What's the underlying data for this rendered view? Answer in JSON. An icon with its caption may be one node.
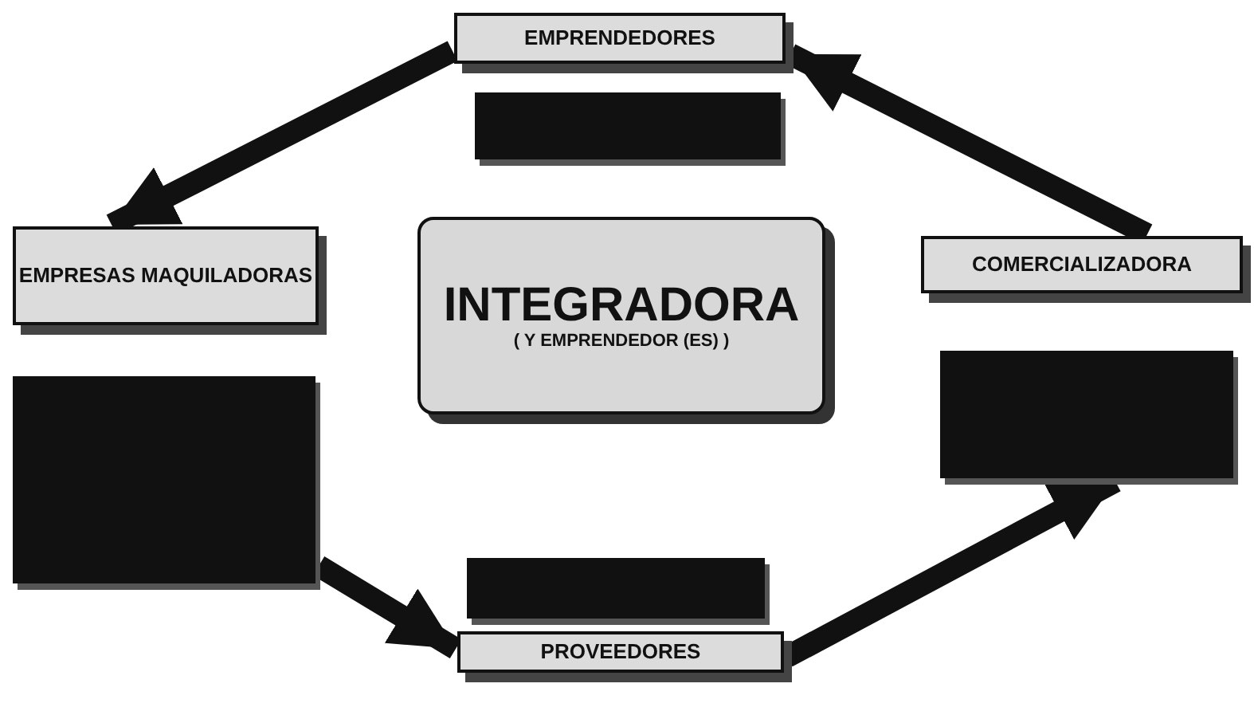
{
  "diagram": {
    "nodes": [
      {
        "text": [
          "EMPRENDEDORES"
        ]
      },
      {
        "text": [],
        "shape": "box"
      },
      {
        "text": [
          "EMPRESAS MAQUILADORAS"
        ]
      },
      {
        "text": [],
        "shape": "box"
      },
      {
        "text": [
          "INTEGRADORA",
          "( Y EMPRENDEDOR (ES) )"
        ]
      },
      {
        "text": [
          "COMERCIALIZADORA"
        ]
      },
      {
        "text": [],
        "shape": "box"
      },
      {
        "text": [],
        "shape": "box"
      },
      {
        "text": [
          "PROVEEDORES"
        ]
      }
    ],
    "edges": [
      {
        "from": 0,
        "to": 2,
        "arrow": "to"
      },
      {
        "from": 3,
        "to": 8,
        "arrow": "to"
      },
      {
        "from": 8,
        "to": 6,
        "arrow": "to"
      },
      {
        "from": 5,
        "to": 0,
        "arrow": "to"
      }
    ]
  }
}
